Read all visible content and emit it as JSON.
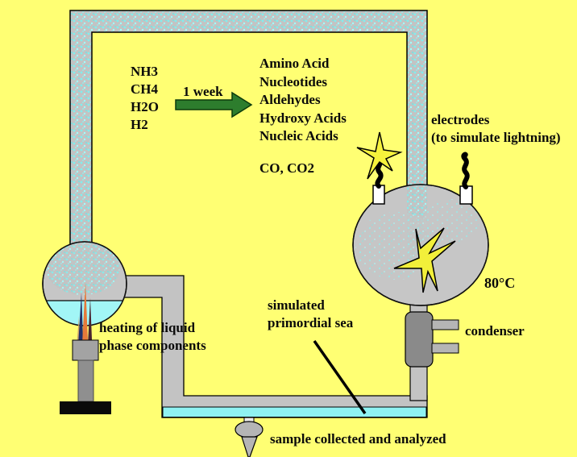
{
  "title": "Miller-Urey experiment diagram",
  "labels": {
    "reactants": [
      "NH3",
      "CH4",
      "H2O",
      "H2"
    ],
    "duration": "1 week",
    "products": [
      "Amino Acid",
      "Nucleotides",
      "Aldehydes",
      "Hydroxy Acids",
      "Nucleic Acids"
    ],
    "gases": "CO, CO2",
    "electrodes_line1": "electrodes",
    "electrodes_line2": "(to simulate lightning)",
    "temperature": "80°C",
    "condenser": "condenser",
    "sea_line1": "simulated",
    "sea_line2": "primordial sea",
    "heating_line1": "heating of liquid",
    "heating_line2": "phase components",
    "sample": "sample collected and analyzed"
  },
  "colors": {
    "background": "#FFFF73",
    "tube_gray": "#C3C3C3",
    "speckle_cyan": "#85F0F0",
    "liquid_cyan": "#A2F6F6",
    "spark_yellow": "#F2EF3A",
    "arrow_green": "#2D7D2D",
    "condenser_gray": "#8A8A8A",
    "text": "#0A0A0A"
  },
  "icons": {
    "arrow": "right-arrow-icon",
    "spark_small": "spark-star-icon",
    "spark_large": "lightning-spark-icon",
    "flame": "burner-flame-icon"
  }
}
